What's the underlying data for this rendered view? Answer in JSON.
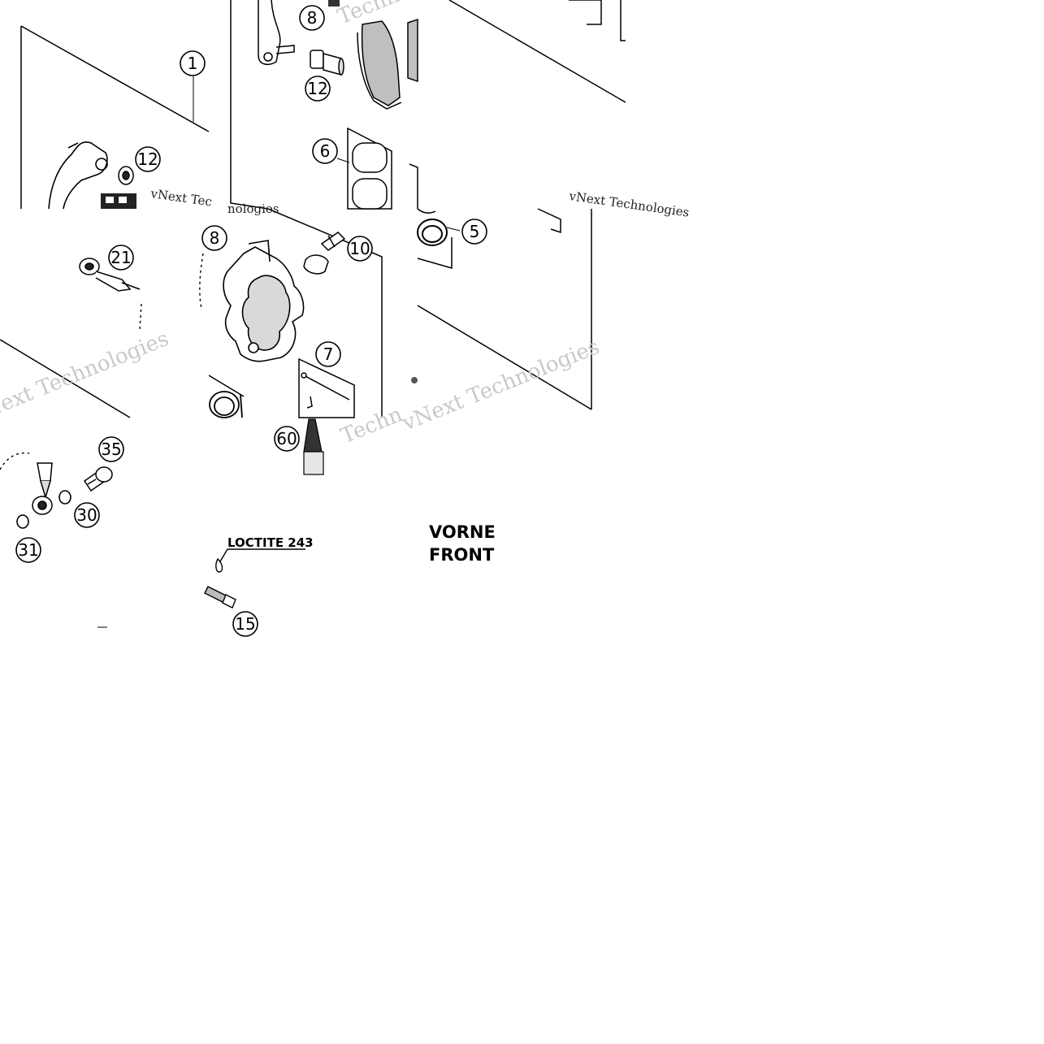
{
  "diagram": {
    "callouts": [
      {
        "id": "c1",
        "label": "1"
      },
      {
        "id": "c8a",
        "label": "8"
      },
      {
        "id": "c12a",
        "label": "12"
      },
      {
        "id": "c12b",
        "label": "12"
      },
      {
        "id": "c6",
        "label": "6"
      },
      {
        "id": "c8b",
        "label": "8"
      },
      {
        "id": "c10",
        "label": "10"
      },
      {
        "id": "c21",
        "label": "21"
      },
      {
        "id": "c5",
        "label": "5"
      },
      {
        "id": "c7",
        "label": "7"
      },
      {
        "id": "c35",
        "label": "35"
      },
      {
        "id": "c30",
        "label": "30"
      },
      {
        "id": "c31",
        "label": "31"
      },
      {
        "id": "c60",
        "label": "60"
      },
      {
        "id": "c15",
        "label": "15"
      }
    ],
    "annotations": {
      "loctite": "LOCTITE 243",
      "direction_de": "VORNE",
      "direction_en": "FRONT"
    },
    "watermarks": {
      "brand": "vNext Technologies",
      "fragment_1": "vNext Tec",
      "fragment_2": "nologies",
      "fragment_3": "Techno",
      "fragment_4": "Techn"
    }
  }
}
